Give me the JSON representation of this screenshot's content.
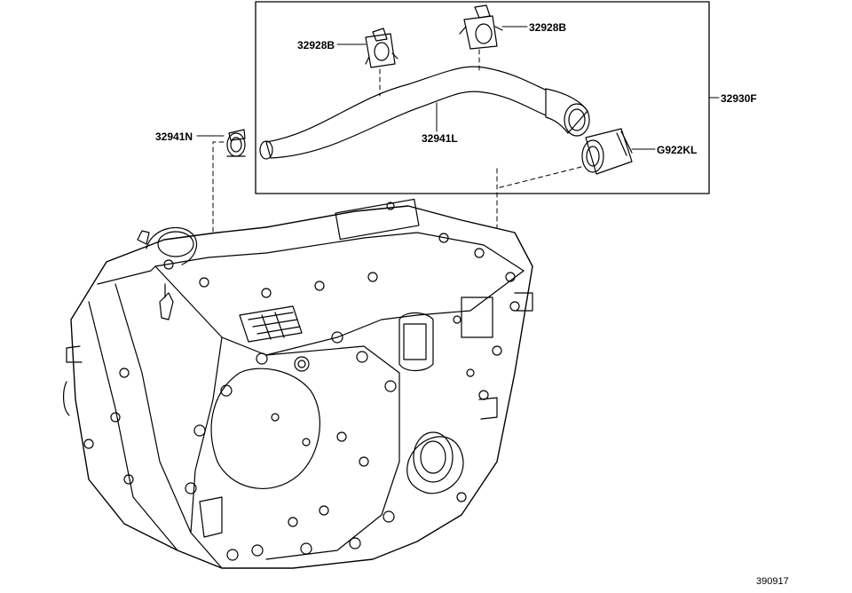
{
  "diagram": {
    "figure_id": "390917",
    "callouts": {
      "bracket_upper": "32928B",
      "bracket_left": "32928B",
      "hose_assembly": "32930F",
      "hose_clamp": "32941N",
      "hose": "32941L",
      "connector": "G922KL"
    }
  },
  "colors": {
    "line": "#000000",
    "background": "#ffffff"
  }
}
